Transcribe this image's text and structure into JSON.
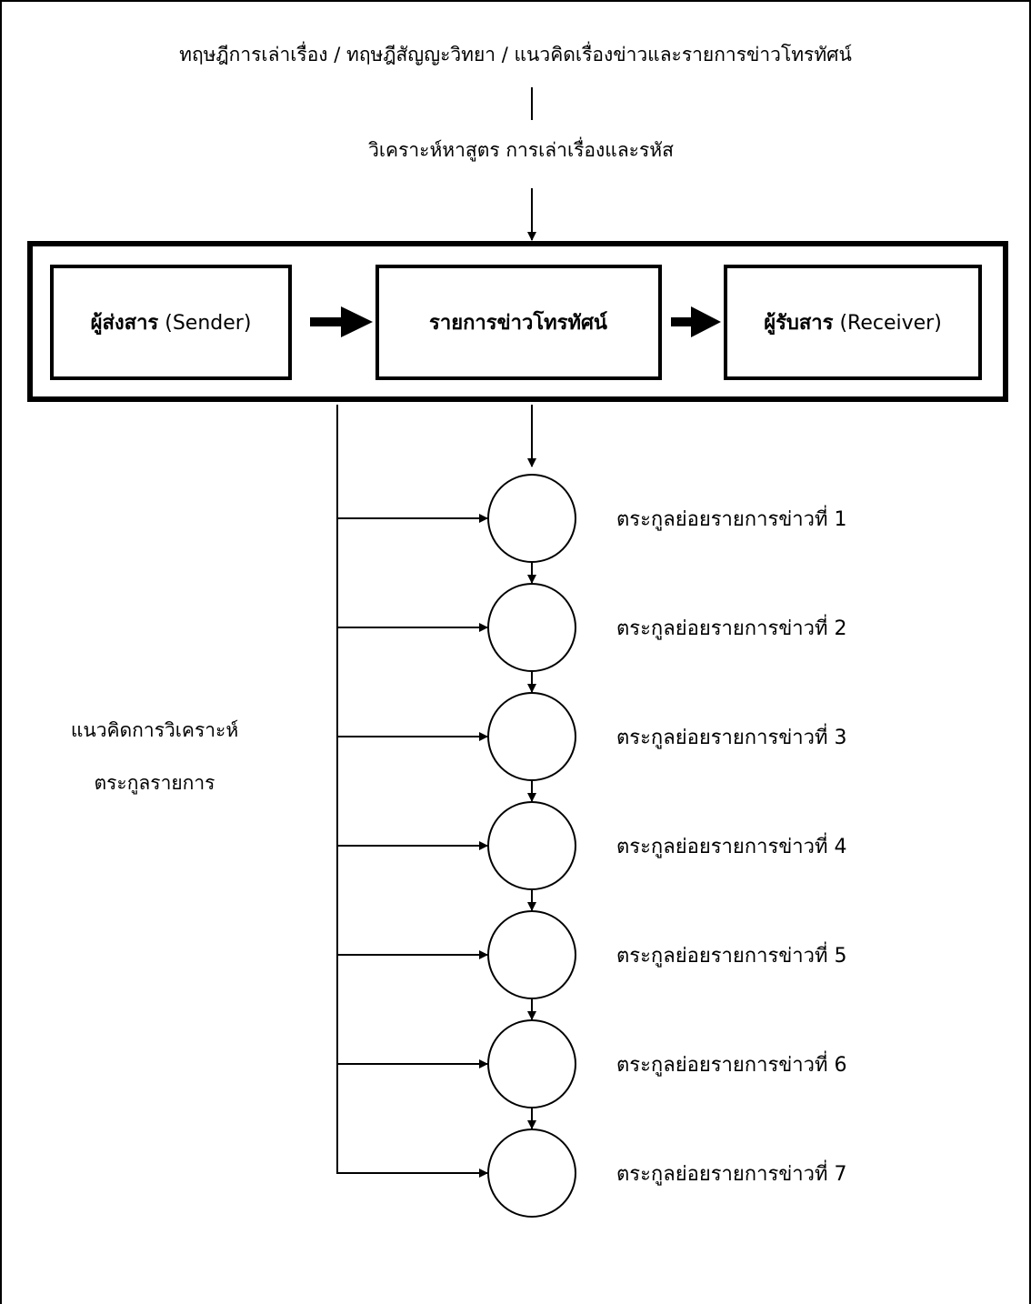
{
  "theories_heading": "ทฤษฎีการเล่าเรื่อง / ทฤษฎีสัญญะวิทยา / แนวคิดเรื่องข่าวและรายการข่าวโทรทัศน์",
  "analysis_caption": "วิเคราะห์หาสูตร การเล่าเรื่องและรหัส",
  "model": {
    "sender_label_th": "ผู้ส่งสาร",
    "sender_label_en": "(Sender)",
    "program_label": "รายการข่าวโทรทัศน์",
    "receiver_label_th": "ผู้รับสาร",
    "receiver_label_en": "(Receiver)"
  },
  "side_concept": [
    "แนวคิดการวิเคราะห์",
    "ตระกูลรายการ"
  ],
  "subgenres": [
    "ตระกูลย่อยรายการข่าวที่ 1",
    "ตระกูลย่อยรายการข่าวที่ 2",
    "ตระกูลย่อยรายการข่าวที่ 3",
    "ตระกูลย่อยรายการข่าวที่ 4",
    "ตระกูลย่อยรายการข่าวที่ 5",
    "ตระกูลย่อยรายการข่าวที่ 6",
    "ตระกูลย่อยรายการข่าวที่ 7"
  ],
  "colors": {
    "line": "#000000",
    "sender_paren_accent": "#6b1f7a",
    "background": "#ffffff"
  }
}
